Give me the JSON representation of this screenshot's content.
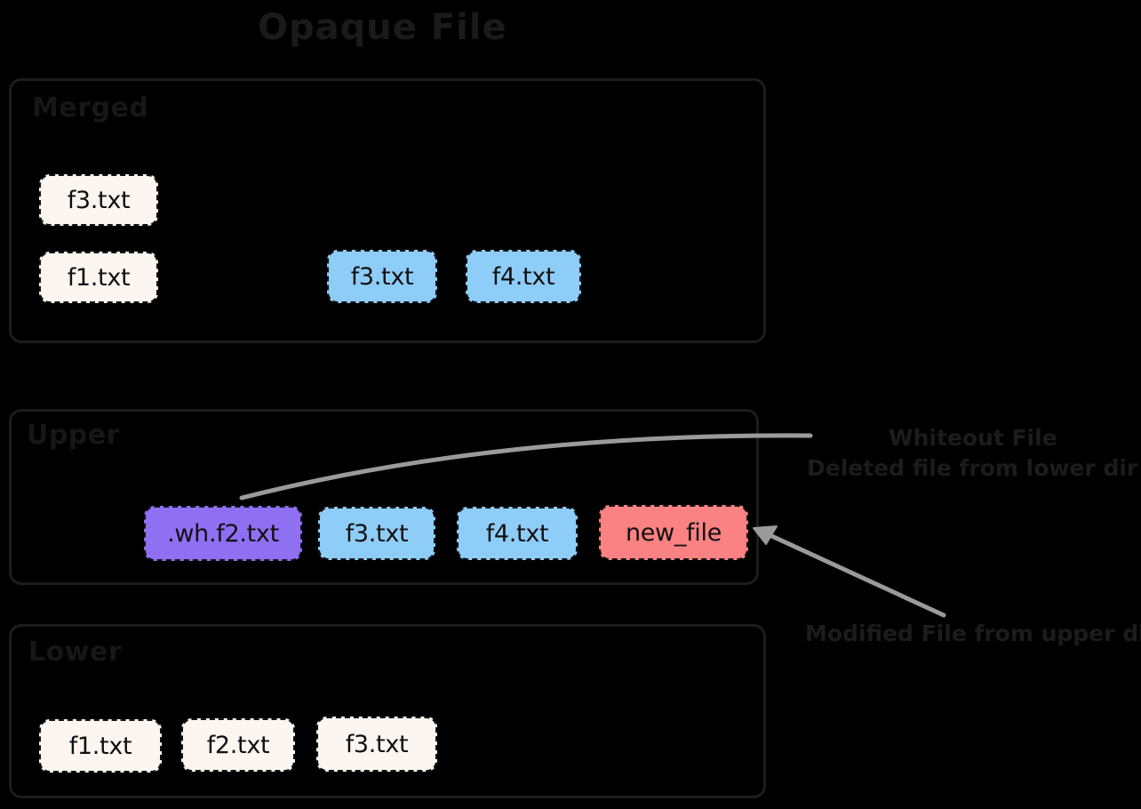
{
  "title": "Opaque File",
  "colors": {
    "background": "#000000",
    "container_border": "#1d1d1d",
    "text": "#171717",
    "chip_cream": "#fdf6f0",
    "chip_blue": "#8ecdf8",
    "chip_purple": "#8f6ff2",
    "chip_red": "#fa8283",
    "connector": "#9a9a9a"
  },
  "layers": [
    {
      "id": "merged",
      "label": "Merged",
      "rows": [
        [
          {
            "label": "f3.txt",
            "color": "cream"
          }
        ],
        [
          {
            "label": "f1.txt",
            "color": "cream"
          },
          {
            "label": "f3.txt",
            "color": "blue"
          },
          {
            "label": "f4.txt",
            "color": "blue"
          }
        ]
      ]
    },
    {
      "id": "upper",
      "label": "Upper",
      "rows": [
        [
          {
            "label": ".wh.f2.txt",
            "color": "purple"
          },
          {
            "label": "f3.txt",
            "color": "blue"
          },
          {
            "label": "f4.txt",
            "color": "blue"
          },
          {
            "label": "new_file",
            "color": "red"
          }
        ]
      ]
    },
    {
      "id": "lower",
      "label": "Lower",
      "rows": [
        [
          {
            "label": "f1.txt",
            "color": "cream"
          },
          {
            "label": "f2.txt",
            "color": "cream"
          },
          {
            "label": "f3.txt",
            "color": "cream"
          }
        ]
      ]
    }
  ],
  "annotations": {
    "whiteout_line1": "Whiteout File",
    "whiteout_line2": "Deleted file from lower dir",
    "modified": "Modified File from upper dir"
  }
}
